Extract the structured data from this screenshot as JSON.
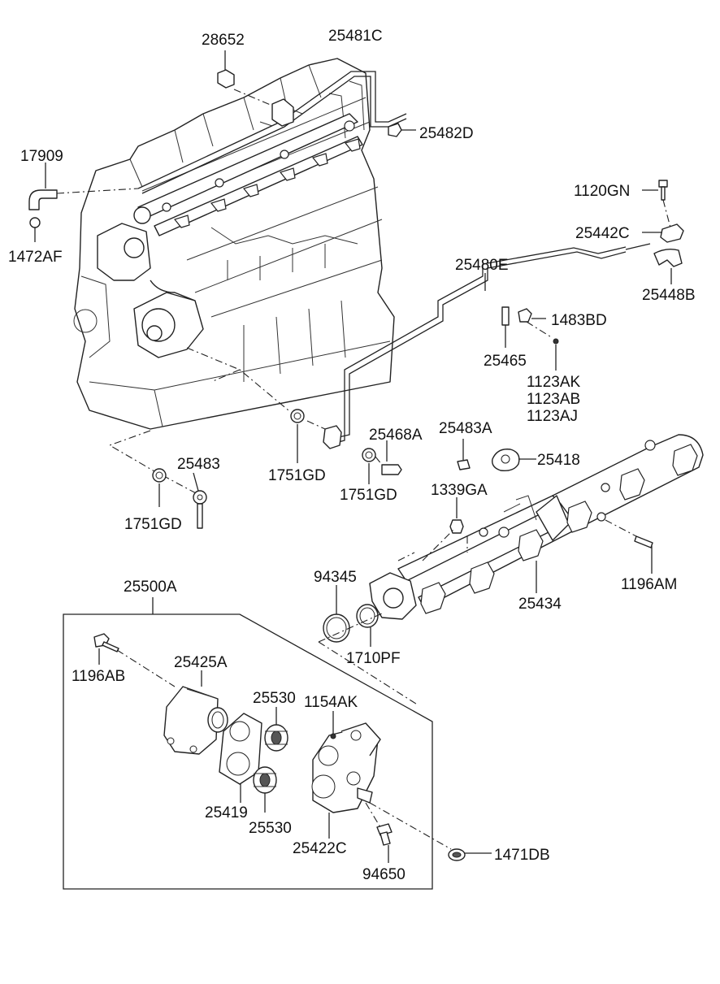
{
  "labels": {
    "p28652": "28652",
    "p25481C": "25481C",
    "p25482D": "25482D",
    "p17909": "17909",
    "p1472AF": "1472AF",
    "p1120GN": "1120GN",
    "p25442C": "25442C",
    "p25448B": "25448B",
    "p25480E": "25480E",
    "p1483BD": "1483BD",
    "p25465": "25465",
    "p1123AK": "1123AK",
    "p1123AB": "1123AB",
    "p1123AJ": "1123AJ",
    "p25468A": "25468A",
    "p25483A": "25483A",
    "p1751GD_a": "1751GD",
    "p1751GD_b": "1751GD",
    "p1751GD_c": "1751GD",
    "p25483": "25483",
    "p25418": "25418",
    "p1339GA": "1339GA",
    "p94345": "94345",
    "p25434": "25434",
    "p1196AM": "1196AM",
    "p1710PF": "1710PF",
    "p25500A": "25500A",
    "p1196AB": "1196AB",
    "p25425A": "25425A",
    "p25530_a": "25530",
    "p1154AK": "1154AK",
    "p25419": "25419",
    "p25530_b": "25530",
    "p25422C": "25422C",
    "p94650": "94650",
    "p1471DB": "1471DB"
  },
  "colors": {
    "line": "#222222",
    "background": "#ffffff"
  }
}
